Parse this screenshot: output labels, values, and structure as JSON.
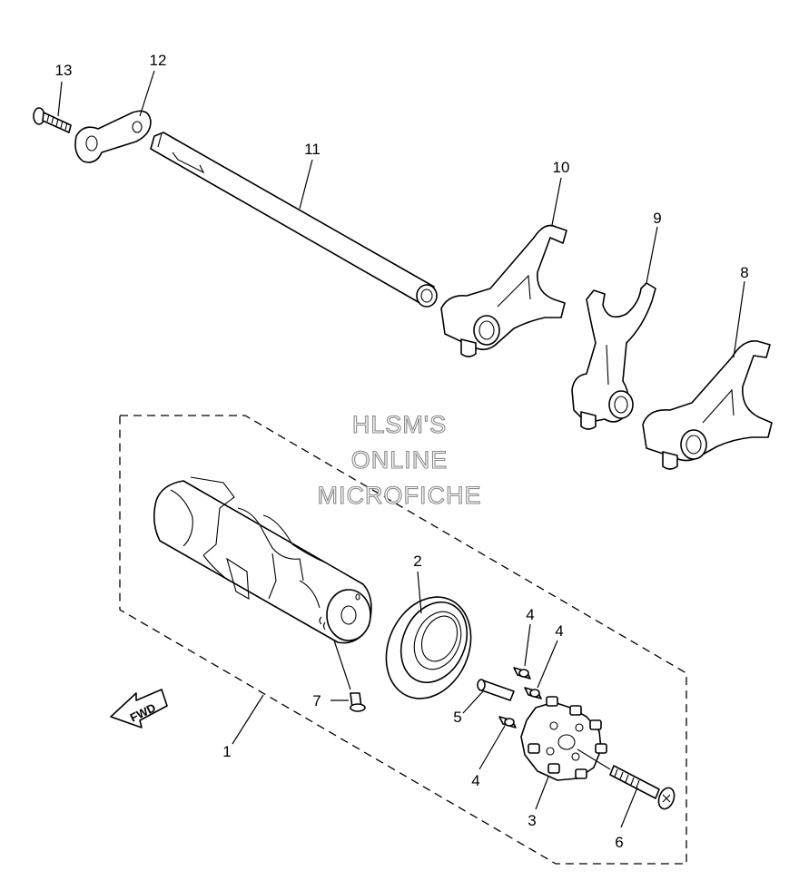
{
  "callouts": {
    "c1": "1",
    "c2": "2",
    "c3": "3",
    "c4a": "4",
    "c4b": "4",
    "c4c": "4",
    "c5": "5",
    "c6": "6",
    "c7": "7",
    "c8": "8",
    "c9": "9",
    "c10": "10",
    "c11": "11",
    "c12": "12",
    "c13": "13"
  },
  "watermark": {
    "line1": "HLSM'S",
    "line2": "ONLINE",
    "line3": "MICROFICHE"
  },
  "fwd_arrow": {
    "label": "FWD"
  },
  "colors": {
    "ink": "#000000",
    "watermark_outline": "#8a8a8a",
    "background": "#ffffff"
  }
}
